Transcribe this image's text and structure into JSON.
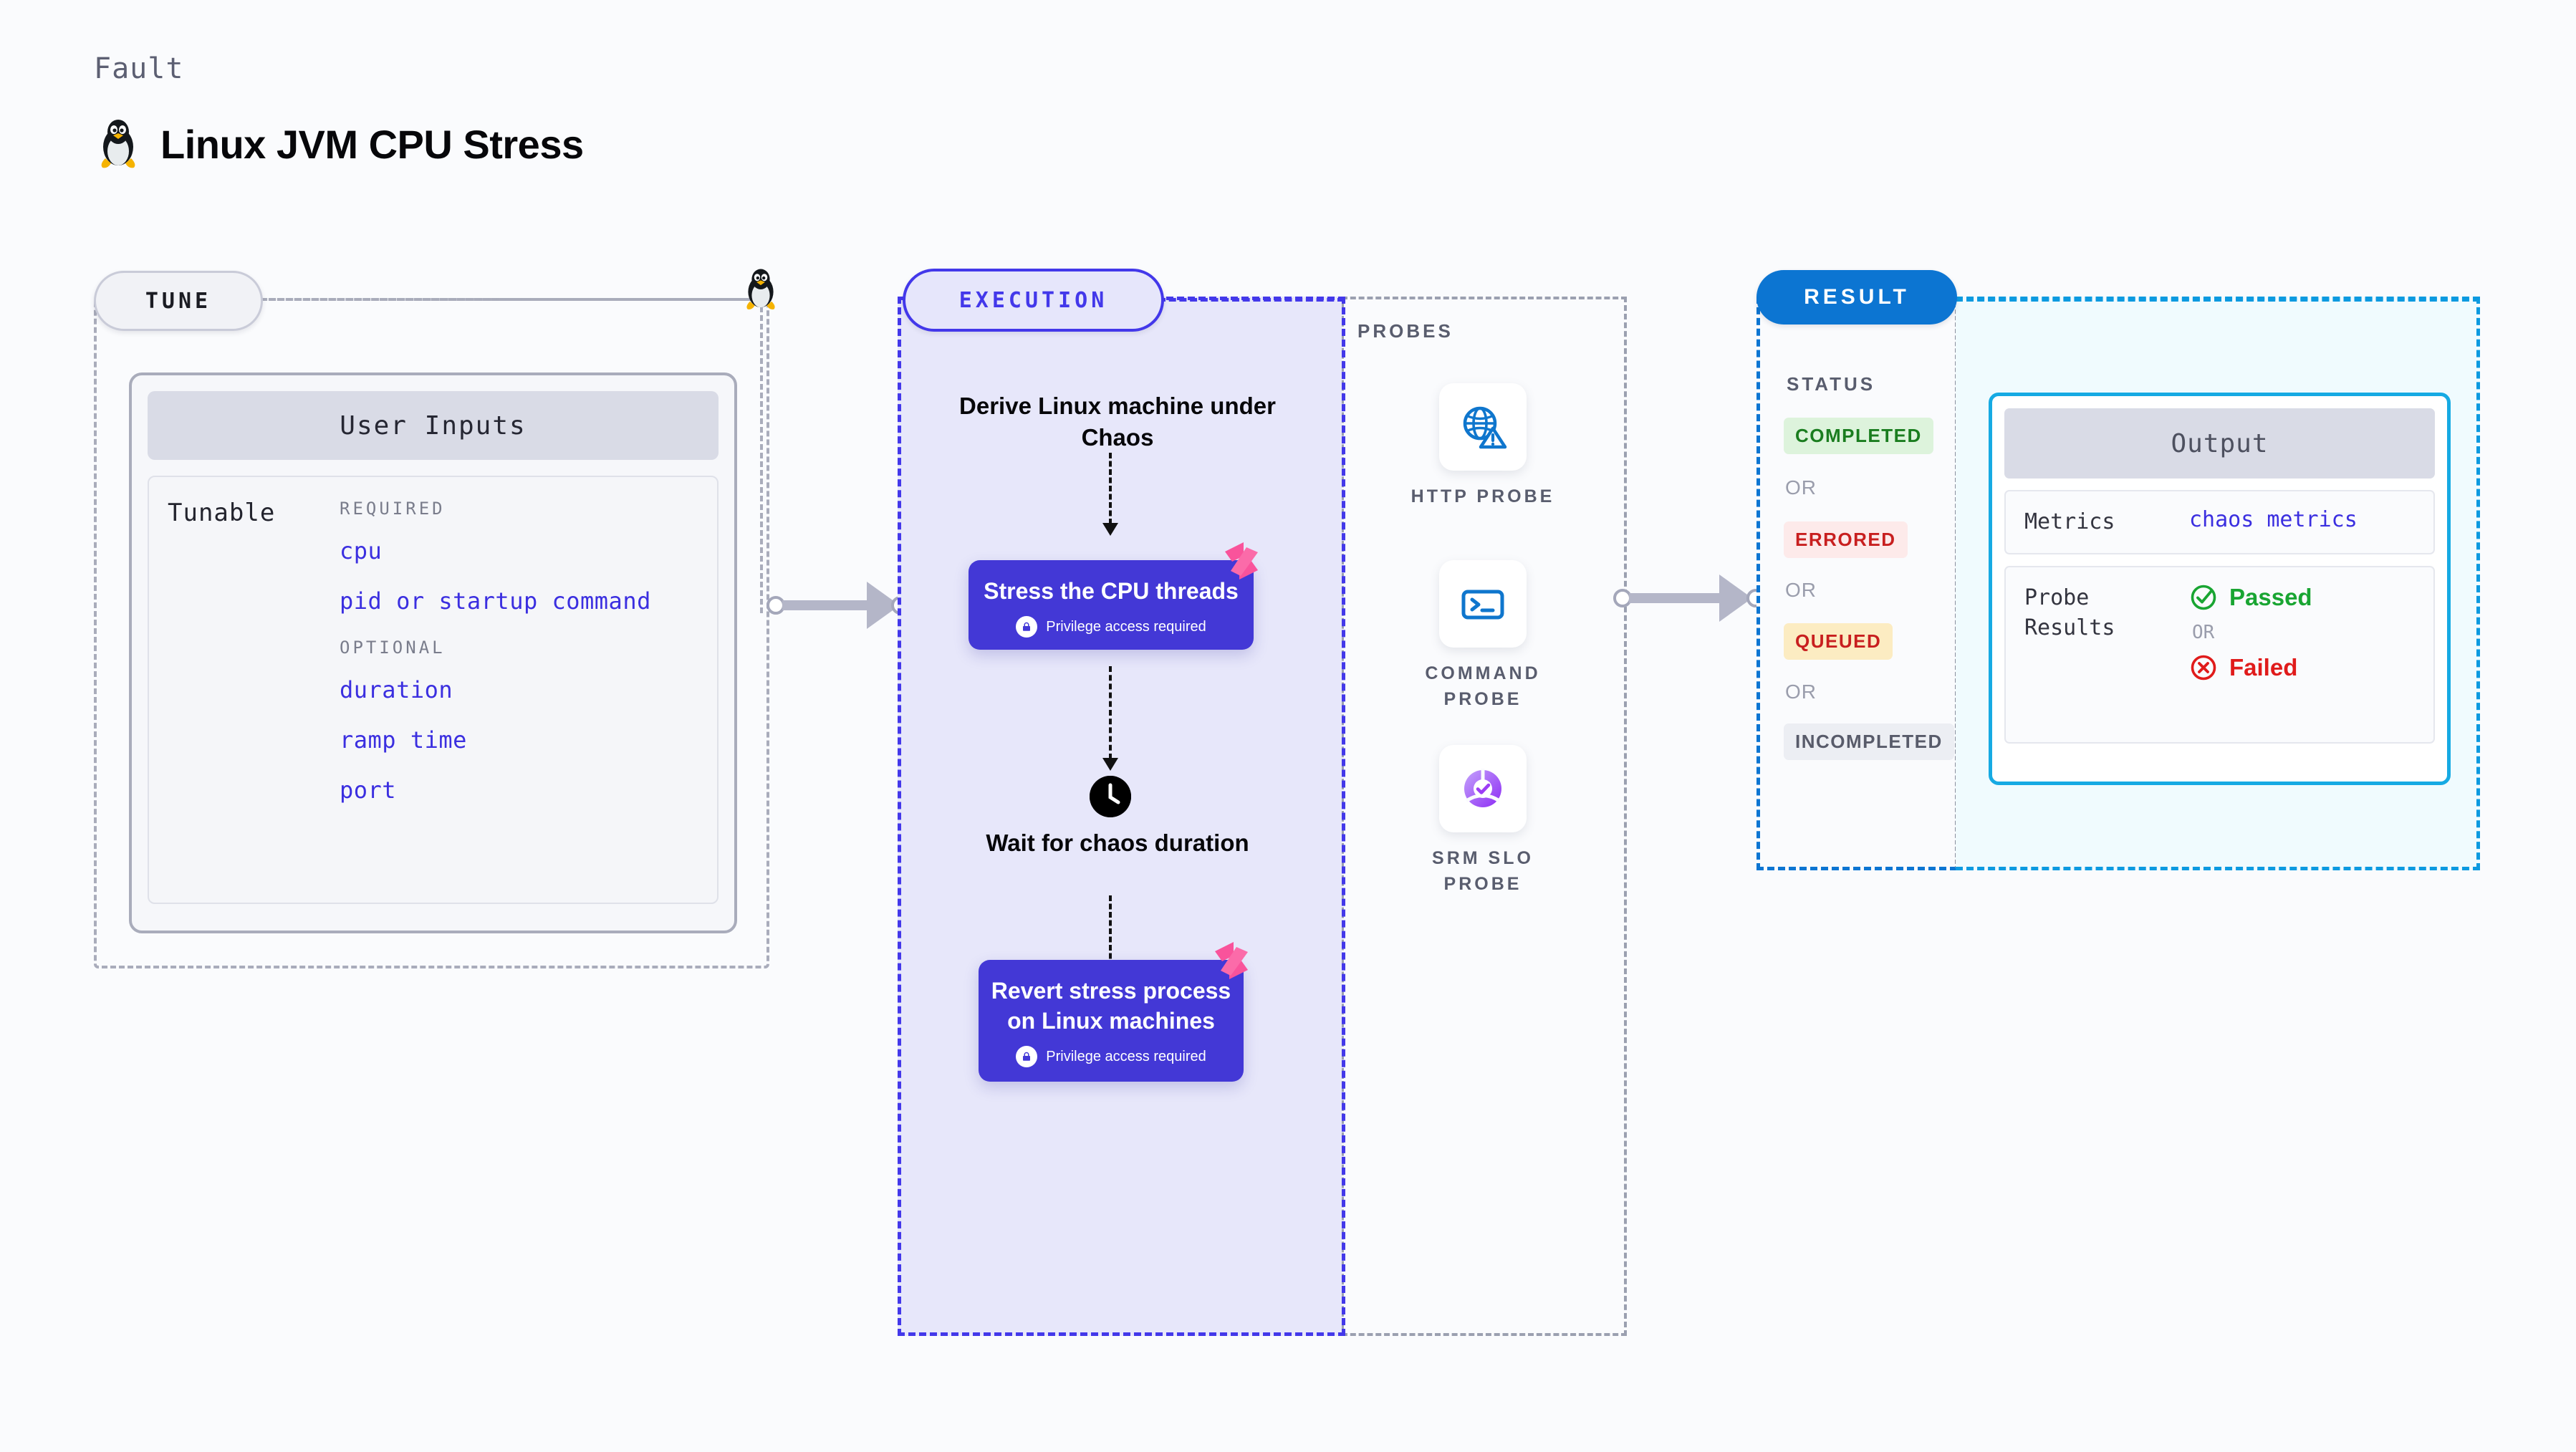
{
  "header": {
    "kicker": "Fault",
    "title": "Linux JVM CPU Stress",
    "icon": "linux-penguin-icon"
  },
  "tune": {
    "chip_label": "TUNE",
    "card_title": "User Inputs",
    "tunable_label": "Tunable",
    "required_title": "REQUIRED",
    "required_items": [
      "cpu",
      "pid or startup command"
    ],
    "optional_title": "OPTIONAL",
    "optional_items": [
      "duration",
      "ramp time",
      "port"
    ],
    "accent": "#3b2fe0"
  },
  "execution": {
    "chip_label": "EXECUTION",
    "accent": "#4338ea",
    "steps": [
      {
        "type": "text",
        "label": "Derive Linux machine under Chaos"
      },
      {
        "type": "action",
        "label": "Stress the CPU threads",
        "privilege": "Privilege access required"
      },
      {
        "type": "wait",
        "label": "Wait for chaos duration",
        "icon": "clock-icon"
      },
      {
        "type": "action",
        "label": "Revert stress process on Linux machines",
        "privilege": "Privilege access required"
      }
    ]
  },
  "probes": {
    "title": "PROBES",
    "items": [
      {
        "label": "HTTP PROBE",
        "icon": "globe-warning-icon"
      },
      {
        "label": "COMMAND PROBE",
        "icon": "terminal-icon"
      },
      {
        "label": "SRM SLO PROBE",
        "icon": "slo-check-icon"
      }
    ]
  },
  "result": {
    "chip_label": "RESULT",
    "status_title": "STATUS",
    "or_label": "OR",
    "statuses": [
      {
        "label": "COMPLETED",
        "bg": "#ddf3dc",
        "fg": "#1a7d1f"
      },
      {
        "label": "ERRORED",
        "bg": "#fdeaea",
        "fg": "#c81f1f"
      },
      {
        "label": "QUEUED",
        "bg": "#fcecc2",
        "fg": "#c81f1f"
      },
      {
        "label": "INCOMPLETED",
        "bg": "#eceef3",
        "fg": "#585b6a"
      }
    ],
    "output": {
      "title": "Output",
      "metrics_key": "Metrics",
      "metrics_value": "chaos metrics",
      "probe_results_key": "Probe Results",
      "passed_label": "Passed",
      "or_label": "OR",
      "failed_label": "Failed"
    }
  }
}
